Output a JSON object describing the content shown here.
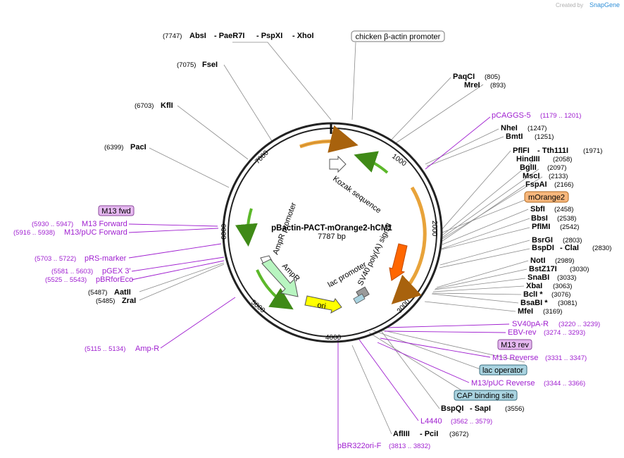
{
  "credit": {
    "prefix": "Created by",
    "brand": "SnapGene"
  },
  "plasmid": {
    "name": "pBactin-PACT-mOrange2-hCM1",
    "length": "7787 bp"
  },
  "ring_ticks": [
    "1000",
    "2000",
    "3000",
    "4000",
    "5000",
    "6000",
    "7000"
  ],
  "inner_labels": {
    "kozak": "Kozak sequence",
    "sv40": "SV40 poly(A) signal",
    "lac": "lac promoter",
    "ampr_promoter": "AmpR promoter",
    "ampr": "AmpR",
    "ori": "ori"
  },
  "site_groups": [
    {
      "pos": "(7747)",
      "names": [
        "AbsI",
        "- PaeR7I",
        "- PspXI",
        "- XhoI"
      ]
    },
    {
      "pos": "(7075)",
      "names": [
        "FseI"
      ]
    },
    {
      "pos": "(6703)",
      "names": [
        "KflI"
      ]
    },
    {
      "pos": "(6399)",
      "names": [
        "PacI"
      ]
    },
    {
      "pos": "(5487)",
      "names": [
        "AatII"
      ]
    },
    {
      "pos": "(5485)",
      "names": [
        "ZraI"
      ]
    },
    {
      "pos": "(805)",
      "names": [
        "PaqCI"
      ]
    },
    {
      "pos": "(893)",
      "names": [
        "MreI"
      ]
    },
    {
      "pos": "(1247)",
      "names": [
        "NheI"
      ]
    },
    {
      "pos": "(1251)",
      "names": [
        "BmtI"
      ]
    },
    {
      "pos": "(1971)",
      "names": [
        "PflFI",
        "- Tth111I"
      ]
    },
    {
      "pos": "(2058)",
      "names": [
        "HindIII"
      ]
    },
    {
      "pos": "(2097)",
      "names": [
        "BglII"
      ]
    },
    {
      "pos": "(2133)",
      "names": [
        "MscI"
      ]
    },
    {
      "pos": "(2166)",
      "names": [
        "FspAI"
      ]
    },
    {
      "pos": "(2458)",
      "names": [
        "SbfI"
      ]
    },
    {
      "pos": "(2538)",
      "names": [
        "BbsI"
      ]
    },
    {
      "pos": "(2542)",
      "names": [
        "PflMI"
      ]
    },
    {
      "pos": "(2803)",
      "names": [
        "BsrGI"
      ]
    },
    {
      "pos": "(2830)",
      "names": [
        "BspDI",
        "- ClaI"
      ]
    },
    {
      "pos": "(2989)",
      "names": [
        "NotI"
      ]
    },
    {
      "pos": "(3030)",
      "names": [
        "BstZ17I"
      ]
    },
    {
      "pos": "(3033)",
      "names": [
        "SnaBI"
      ]
    },
    {
      "pos": "(3063)",
      "names": [
        "XbaI"
      ]
    },
    {
      "pos": "(3076)",
      "names": [
        "BclI *"
      ]
    },
    {
      "pos": "(3081)",
      "names": [
        "BsaBI *"
      ]
    },
    {
      "pos": "(3169)",
      "names": [
        "MfeI"
      ]
    },
    {
      "pos": "(3556)",
      "names": [
        "BspQI",
        "- SapI"
      ]
    },
    {
      "pos": "(3672)",
      "names": [
        "AflIII",
        "- PciI"
      ]
    }
  ],
  "primers": [
    {
      "name": "pCAGGS-5",
      "range": "(1179 .. 1201)"
    },
    {
      "name": "M13 Forward",
      "range": "(5930 .. 5947)"
    },
    {
      "name": "M13/pUC Forward",
      "range": "(5916 .. 5938)"
    },
    {
      "name": "pRS-marker",
      "range": "(5703 .. 5722)"
    },
    {
      "name": "pGEX 3'",
      "range": "(5581 .. 5603)"
    },
    {
      "name": "pBRforEco",
      "range": "(5525 .. 5543)"
    },
    {
      "name": "Amp-R",
      "range": "(5115 .. 5134)"
    },
    {
      "name": "SV40pA-R",
      "range": "(3220 .. 3239)"
    },
    {
      "name": "EBV-rev",
      "range": "(3274 .. 3293)"
    },
    {
      "name": "M13 Reverse",
      "range": "(3331 .. 3347)"
    },
    {
      "name": "M13/pUC Reverse",
      "range": "(3344 .. 3366)"
    },
    {
      "name": "L4440",
      "range": "(3562 .. 3579)"
    },
    {
      "name": "pBR322ori-F",
      "range": "(3813 .. 3832)"
    }
  ],
  "feature_boxes": [
    {
      "name": "chicken β-actin promoter",
      "color": "#ffffff"
    },
    {
      "name": "mOrange2",
      "color": "#f7b77c"
    },
    {
      "name": "M13 fwd",
      "color": "#e5b8f0"
    },
    {
      "name": "M13 rev",
      "color": "#e5b8f0"
    },
    {
      "name": "lac operator",
      "color": "#a9d3e0"
    },
    {
      "name": "CAP binding site",
      "color": "#a9d3e0"
    }
  ],
  "colors": {
    "backbone": "#222222",
    "primer": "#a020d0",
    "promoter_arc": "#e8a33a",
    "cds_arc": "#e8a33a",
    "green_arc": "#5cb82a",
    "sv40": "#ff6600",
    "ampr": "#b8f5c0",
    "ori": "#ffff00",
    "lac": "#9fb7e0"
  }
}
